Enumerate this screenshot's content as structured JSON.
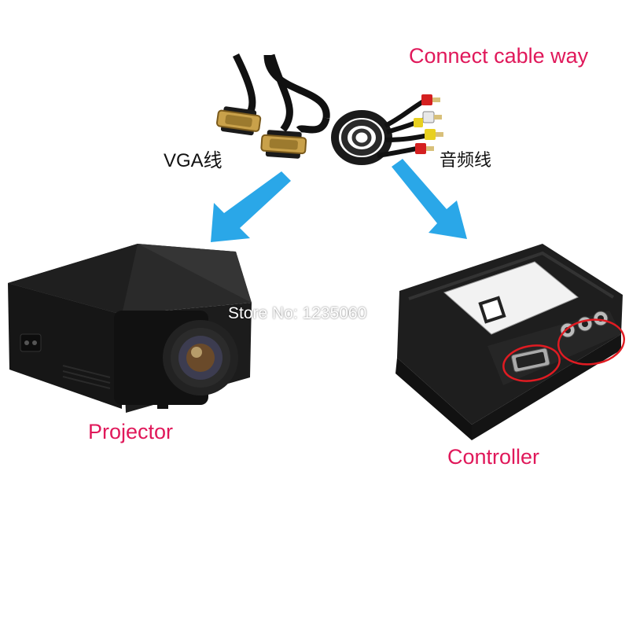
{
  "title": "Connect cable way",
  "vga_label": "VGA线",
  "audio_label": "音频线",
  "projector_label": "Projector",
  "controller_label": "Controller",
  "store_watermark": "Store No: 1235060",
  "colors": {
    "label_accent": "#e0185a",
    "arrow": "#2aa7e8",
    "highlight_circle": "#e01b22"
  }
}
